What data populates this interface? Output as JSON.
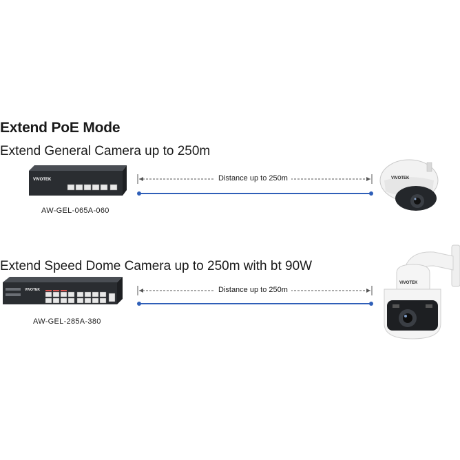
{
  "title": "Extend PoE Mode",
  "rows": [
    {
      "subtitle": "Extend General Camera up to 250m",
      "distance_label": "Distance up to 250m",
      "model": "AW-GEL-065A-060",
      "switch_brand": "VIVOTEK",
      "camera_brand": "VIVOTEK"
    },
    {
      "subtitle": "Extend Speed Dome Camera up to 250m with bt 90W",
      "distance_label": "Distance up to 250m",
      "model": "AW-GEL-285A-380",
      "switch_brand": "VIVOTEK",
      "camera_brand": "VIVOTEK"
    }
  ],
  "colors": {
    "cable": "#2f5fb8",
    "dashed_line": "#555555",
    "device_body": "#2a2d31"
  }
}
